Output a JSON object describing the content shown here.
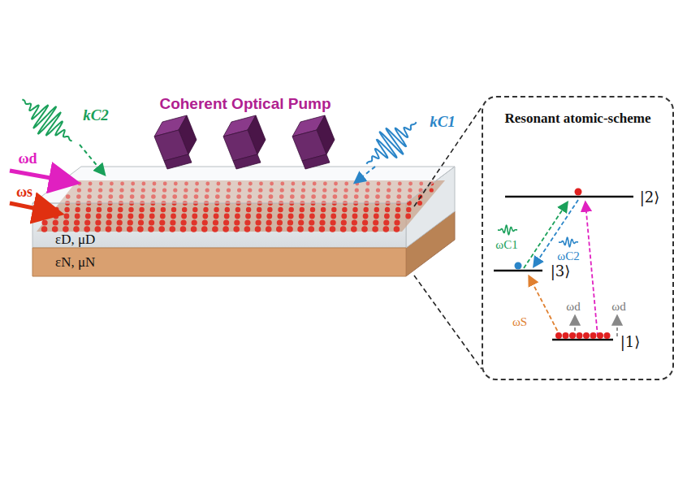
{
  "diagram": {
    "nodes": [
      {
        "text": [
          "Resonant atomic-scheme"
        ]
      },
      {
        "text": [
          "εD, μD"
        ]
      },
      {
        "text": [
          "εN, μN"
        ]
      }
    ],
    "edges": [
      {
        "from": 1,
        "to": 0,
        "arrow": "none"
      },
      {
        "from": 1,
        "to": 0,
        "arrow": "none"
      }
    ],
    "labels": [
      "Coherent Optical Pump",
      "kC2",
      "kC1",
      "ωd",
      "ωs",
      "|2⟩",
      "|3⟩",
      "|1⟩",
      "ωC1",
      "ωC2",
      "ωS",
      "ωd",
      "ωd"
    ]
  }
}
